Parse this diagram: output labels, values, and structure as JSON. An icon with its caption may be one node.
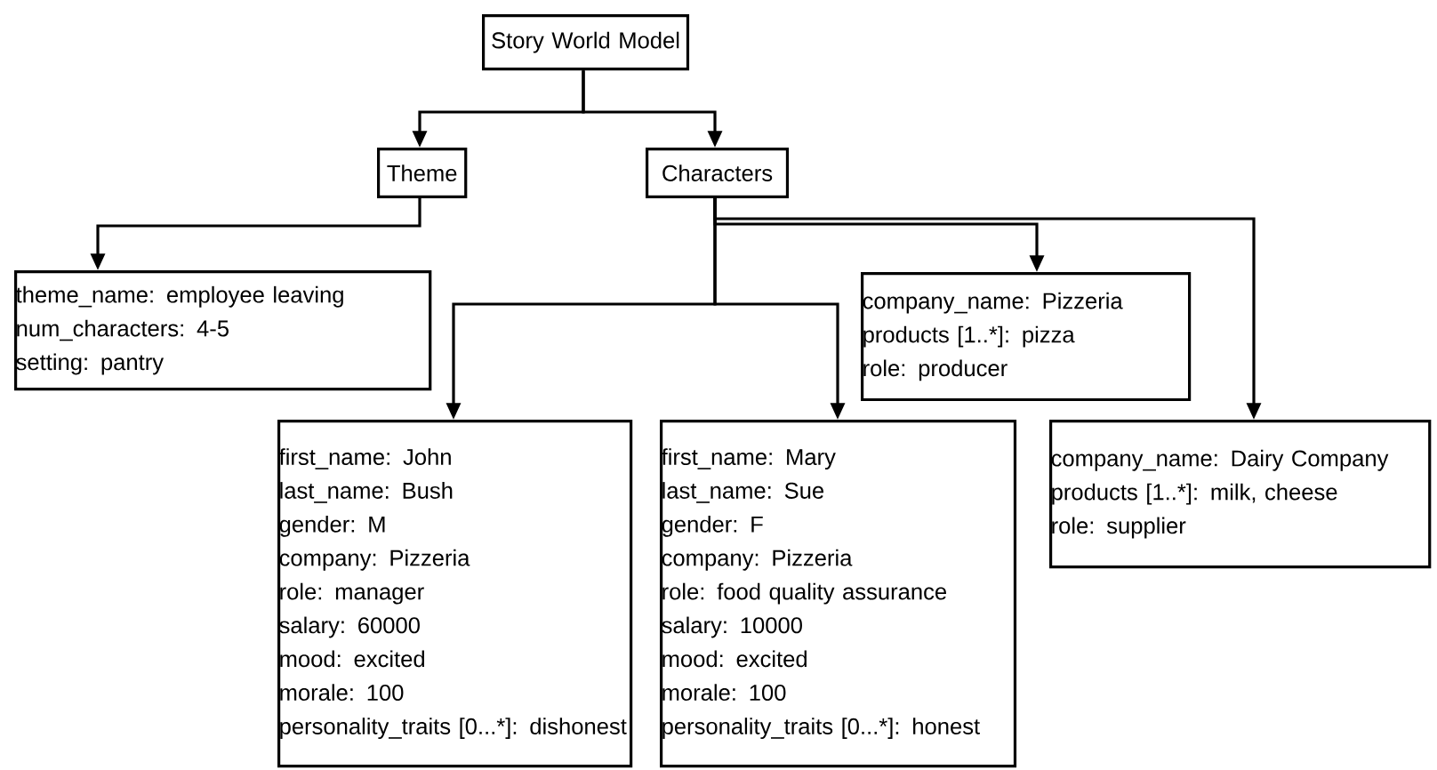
{
  "diagram": {
    "nodes": [
      {
        "text": [
          "Story World Model"
        ]
      },
      {
        "text": [
          "Theme"
        ]
      },
      {
        "text": [
          "Characters"
        ]
      },
      {
        "text": [
          "theme_name: employee leaving",
          "num_characters: 4-5",
          "setting: pantry"
        ]
      },
      {
        "text": [
          "company_name: Pizzeria",
          "products [1..*]: pizza",
          "role: producer"
        ]
      },
      {
        "text": [
          "first_name: John",
          "last_name: Bush",
          "gender: M",
          "company: Pizzeria",
          "role: manager",
          "salary: 60000",
          "mood: excited",
          "morale: 100",
          "personality_traits [0...*]: dishonest"
        ]
      },
      {
        "text": [
          "first_name: Mary",
          "last_name: Sue",
          "gender: F",
          "company: Pizzeria",
          "role: food quality assurance",
          "salary: 10000",
          "mood: excited",
          "morale: 100",
          "personality_traits [0...*]: honest"
        ]
      },
      {
        "text": [
          "company_name: Dairy Company",
          "products [1..*]: milk, cheese",
          "role: supplier"
        ]
      }
    ],
    "edges": [
      {
        "from": 0,
        "to": 1,
        "arrow": "to"
      },
      {
        "from": 0,
        "to": 2,
        "arrow": "to"
      },
      {
        "from": 1,
        "to": 3,
        "arrow": "to"
      },
      {
        "from": 2,
        "to": 4,
        "arrow": "to"
      },
      {
        "from": 2,
        "to": 5,
        "arrow": "to"
      },
      {
        "from": 2,
        "to": 6,
        "arrow": "to"
      },
      {
        "from": 2,
        "to": 7,
        "arrow": "to"
      }
    ]
  }
}
